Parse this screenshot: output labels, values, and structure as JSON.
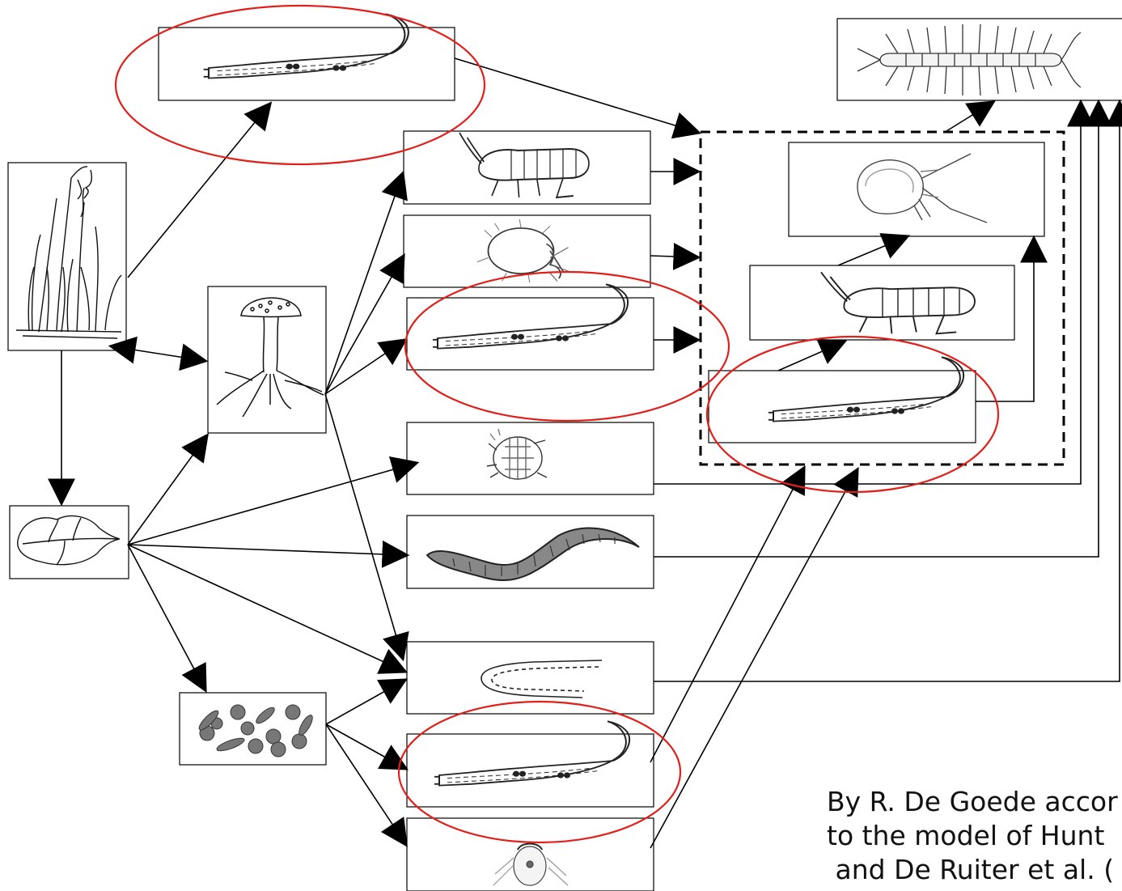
{
  "caption": {
    "lines": [
      "By R. De Goede accor",
      "to the model of Hunt",
      " and De Ruiter et al. ("
    ]
  },
  "nodes": [
    {
      "icon": "grass-plant-icon"
    },
    {
      "icon": "nematode-icon",
      "highlighted": true
    },
    {
      "icon": "fungus-mushroom-icon"
    },
    {
      "icon": "leaf-litter-icon"
    },
    {
      "icon": "bacteria-cells-icon"
    },
    {
      "icon": "springtail-icon"
    },
    {
      "icon": "mite-icon"
    },
    {
      "icon": "nematode-icon",
      "highlighted": true
    },
    {
      "icon": "oribatid-mite-icon"
    },
    {
      "icon": "earthworm-icon"
    },
    {
      "icon": "enchytraeid-worm-icon"
    },
    {
      "icon": "nematode-icon",
      "highlighted": true
    },
    {
      "icon": "protozoan-icon"
    },
    {
      "icon": "centipede-icon"
    },
    {
      "icon": "predatory-mite-icon"
    },
    {
      "icon": "springtail-icon"
    },
    {
      "icon": "nematode-icon",
      "highlighted": true
    }
  ],
  "colors": {
    "highlight": "#e0201b",
    "line": "#000000"
  }
}
